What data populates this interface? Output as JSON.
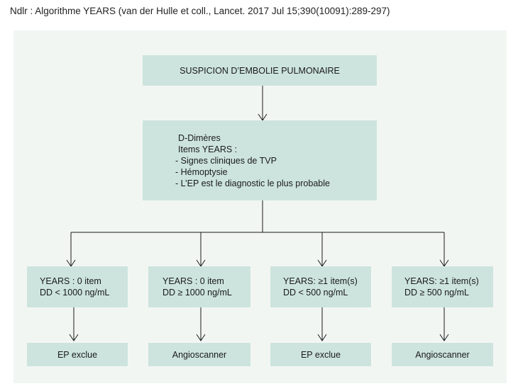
{
  "caption": "Ndlr : Algorithme YEARS (van der Hulle et coll., Lancet. 2017 Jul 15;390(10091):289-297)",
  "top_box": {
    "label": "SUSPICION D’EMBOLIE PULMONAIRE"
  },
  "middle_box": {
    "line1": "D-Dimères",
    "line2": "Items YEARS :",
    "items": [
      "- Signes cliniques de TVP",
      "- Hémoptysie",
      "- L’EP est le diagnostic le plus probable"
    ]
  },
  "branches": [
    {
      "line1": "YEARS  : 0 item",
      "line2": "DD < 1000 ng/mL",
      "result": "EP exclue"
    },
    {
      "line1": "YEARS  : 0 item",
      "line2": "DD ≥ 1000 ng/mL",
      "result": "Angioscanner"
    },
    {
      "line1": "YEARS:  ≥1 item(s)",
      "line2": "DD < 500 ng/mL",
      "result": "EP exclue"
    },
    {
      "line1": "YEARS:  ≥1 item(s)",
      "line2": "DD ≥ 500 ng/mL",
      "result": "Angioscanner"
    }
  ]
}
